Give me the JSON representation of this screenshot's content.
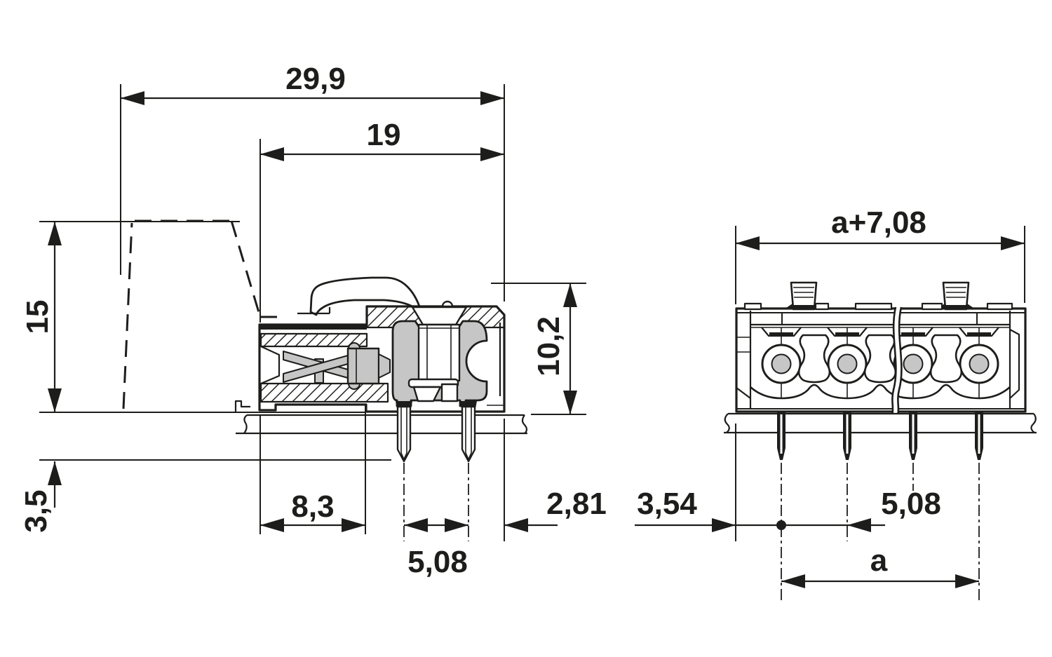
{
  "colors": {
    "background": "#ffffff",
    "line": "#1d1d1b",
    "component_gray": "#c6c6c6"
  },
  "side_view": {
    "dims": {
      "overall_width": "29,9",
      "header_depth": "19",
      "plug_height": "15",
      "pin_below_board": "3,5",
      "housing_height": "10,2",
      "front_depth": "8,3",
      "pin_pitch": "5,08",
      "pin_to_edge": "2,81"
    }
  },
  "front_view": {
    "dims": {
      "overall_width": "a+7,08",
      "edge_to_first_pin": "3,54",
      "pin_pitch": "5,08",
      "pin_span": "a"
    }
  }
}
